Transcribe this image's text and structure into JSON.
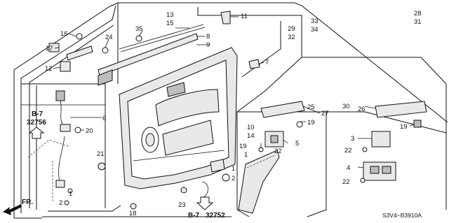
{
  "diagram": {
    "code": "S3V4−B3910A",
    "direction_label": "FR.",
    "refs": [
      {
        "key": "left",
        "code": "B-7",
        "number": "32756"
      },
      {
        "key": "bottom",
        "code": "B-7",
        "number": "32752"
      }
    ],
    "labels": {
      "l1a": "1",
      "l1b": "1",
      "l1c": "1",
      "l2a": "2",
      "l2b": "2",
      "l3": "3",
      "l4": "4",
      "l5": "5",
      "l6": "6",
      "l7": "7",
      "l8": "8",
      "l9": "9",
      "l10": "10",
      "l11": "11",
      "l12": "12",
      "l13": "13",
      "l14": "14",
      "l15": "15",
      "l16": "16",
      "l17": "17",
      "l18": "18",
      "l19a": "19",
      "l19b": "19",
      "l19c": "19",
      "l20": "20",
      "l21": "21",
      "l22a": "22",
      "l22b": "22",
      "l22c": "22",
      "l23": "23",
      "l24": "24",
      "l25": "25",
      "l26": "26",
      "l27": "27",
      "l28": "28",
      "l29": "29",
      "l30": "30",
      "l31": "31",
      "l32": "32",
      "l33": "33",
      "l34": "34",
      "l35": "35"
    }
  }
}
